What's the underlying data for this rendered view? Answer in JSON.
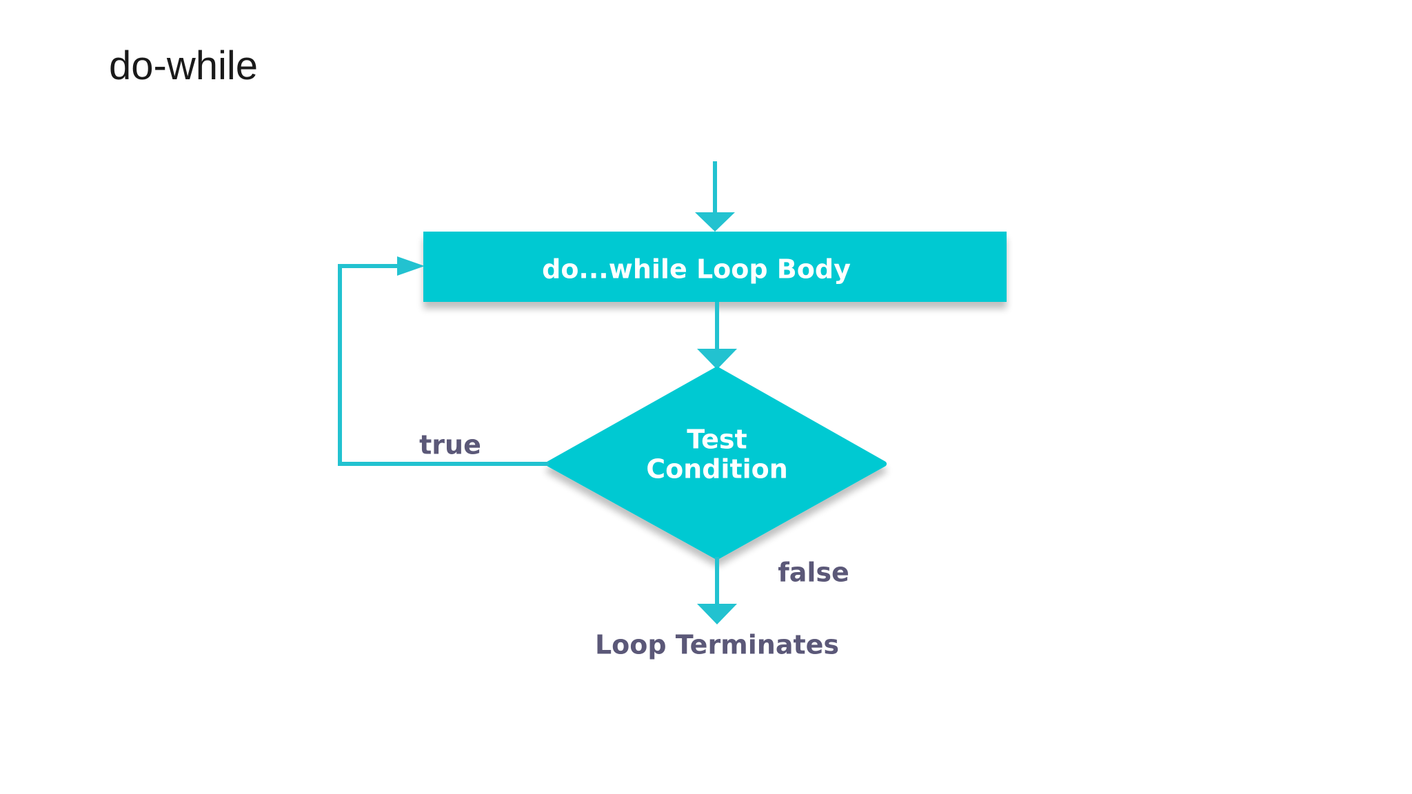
{
  "slide": {
    "title": "do-while"
  },
  "flowchart": {
    "body_label": "do...while Loop Body",
    "condition_line1": "Test",
    "condition_line2": "Condition",
    "true_label": "true",
    "false_label": "false",
    "end_label": "Loop Terminates"
  },
  "colors": {
    "shape": "#00c9d2",
    "arrow": "#22c2d0",
    "label": "#5b5878",
    "shape_text": "#ffffff"
  }
}
